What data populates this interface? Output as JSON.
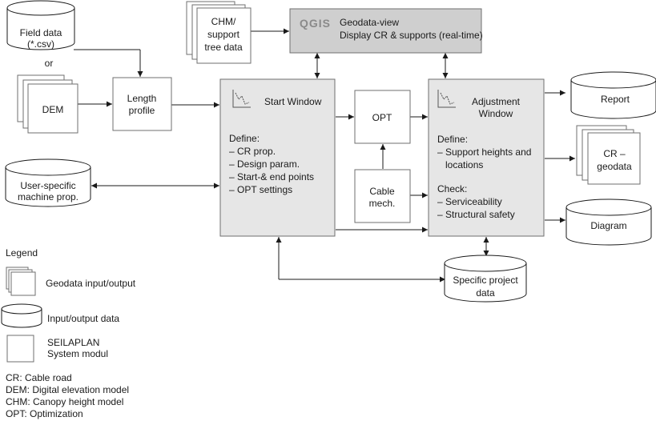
{
  "inputs": {
    "field_data": [
      "Field data",
      "(*.csv)"
    ],
    "or_label": "or",
    "dem": "DEM",
    "length_profile": [
      "Length",
      "profile"
    ],
    "user_specific": [
      "User-specific",
      "machine prop."
    ],
    "chm": [
      "CHM/",
      "support",
      "tree data"
    ]
  },
  "qgis": {
    "logo": "QGIS",
    "line1": "Geodata-view",
    "line2": "Display CR & supports (real-time)"
  },
  "start_window": {
    "title": "Start Window",
    "define": "Define:",
    "items": [
      "– CR prop.",
      "– Design param.",
      "– Start-& end points",
      "– OPT settings"
    ]
  },
  "opt": "OPT",
  "cable_mech": [
    "Cable",
    "mech."
  ],
  "adjustment_window": {
    "title": [
      "Adjustment",
      "Window"
    ],
    "define": "Define:",
    "define_items": [
      "– Support heights and",
      "locations"
    ],
    "check": "Check:",
    "check_items": [
      "– Serviceability",
      "– Structural safety"
    ]
  },
  "outputs": {
    "report": "Report",
    "cr_geodata": [
      "CR –",
      "geodata"
    ],
    "diagram": "Diagram",
    "specific_project": [
      "Specific project",
      "data"
    ]
  },
  "legend": {
    "title": "Legend",
    "geodata": "Geodata input/output",
    "io_data": "Input/output data",
    "system": [
      "SEILAPLAN",
      "System modul"
    ]
  },
  "abbreviations": [
    "CR: Cable road",
    "DEM: Digital elevation model",
    "CHM: Canopy height model",
    "OPT: Optimization"
  ]
}
